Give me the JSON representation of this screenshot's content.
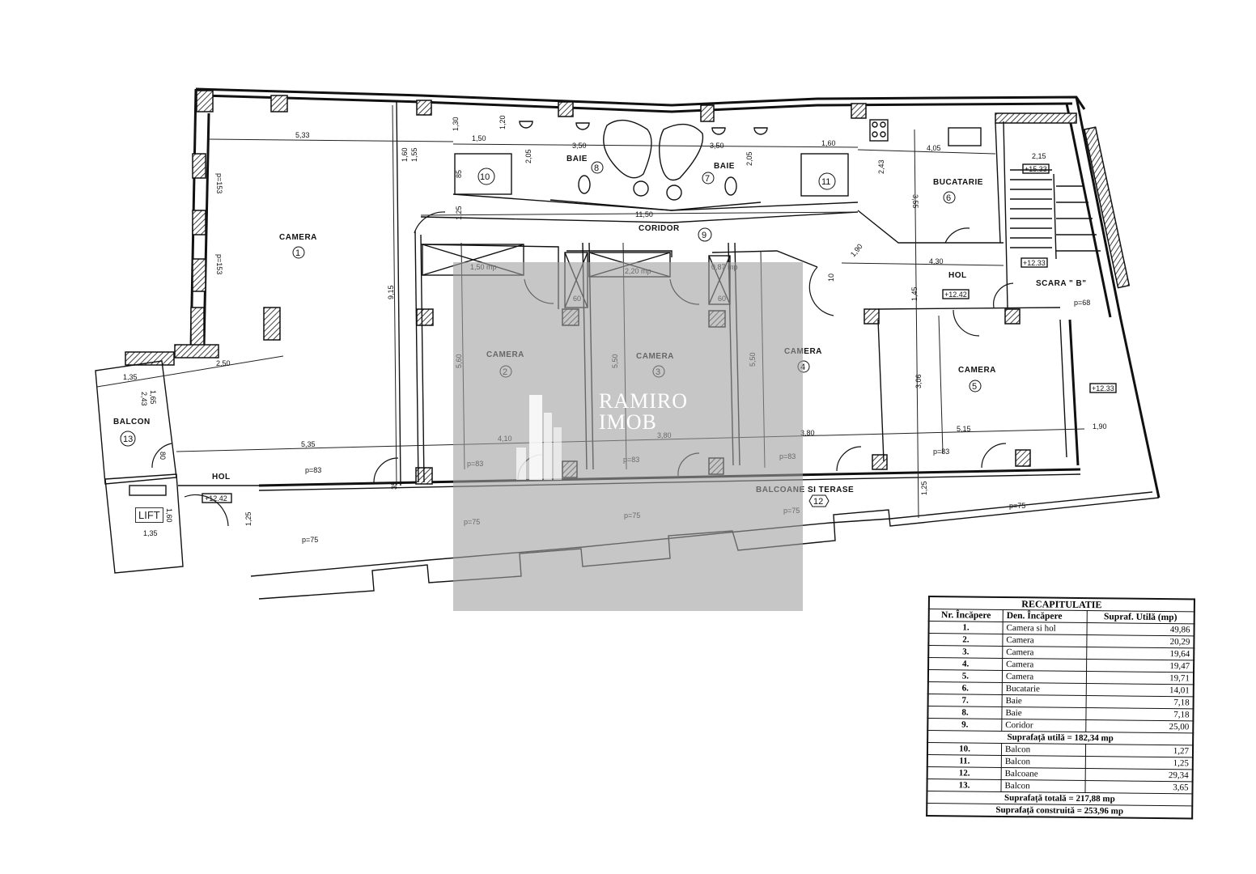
{
  "plan": {
    "rooms": [
      {
        "id": "1",
        "label": "CAMERA",
        "number": "1"
      },
      {
        "id": "2",
        "label": "CAMERA",
        "number": "2"
      },
      {
        "id": "3",
        "label": "CAMERA",
        "number": "3"
      },
      {
        "id": "4",
        "label": "CAMERA",
        "number": "4"
      },
      {
        "id": "5",
        "label": "CAMERA",
        "number": "5"
      },
      {
        "id": "6",
        "label": "BUCATARIE",
        "number": "6"
      },
      {
        "id": "7",
        "label": "BAIE",
        "number": "7"
      },
      {
        "id": "8",
        "label": "BAIE",
        "number": "8"
      },
      {
        "id": "9",
        "label": "CORIDOR",
        "number": "9"
      },
      {
        "id": "10",
        "label": "",
        "number": "10"
      },
      {
        "id": "11",
        "label": "",
        "number": "11"
      },
      {
        "id": "12",
        "label": "BALCOANE SI TERASE",
        "number": "12"
      },
      {
        "id": "13",
        "label": "BALCON",
        "number": "13"
      }
    ],
    "other_labels": {
      "hol_right": "HOL",
      "hol_left": "HOL",
      "scara": "SCARA \" B\"",
      "lift": "LIFT"
    },
    "levels": {
      "hol": "+12.42",
      "lift_hol": "+12.42",
      "scara_top": "+15.33",
      "scara_landing": "+12.33",
      "terrace": "+12.33"
    },
    "dimensions": {
      "room1_width_top": "5,33",
      "room1_width_bottom": "5,35",
      "room1_height": "9,15",
      "room1_niche": "2,50",
      "p153_a": "p=153",
      "p153_b": "p=153",
      "d160": "1,60",
      "d155": "1,55",
      "d130": "1,30",
      "d150": "1,50",
      "d120": "1,20",
      "d85": "85",
      "d125": "1,25",
      "baie8_width": "3,50",
      "baie7_width": "3,50",
      "baie_h8": "2,05",
      "baie_h7": "2,05",
      "coridor_length": "11,50",
      "d160b": "1,60",
      "bucatarie_width": "4,05",
      "bucatarie_height": "3,55",
      "scara_width": "2,15",
      "d243": "2,43",
      "d190": "1,90",
      "hol_width": "4,30",
      "hol_height": "1,45",
      "cam2_height": "5,60",
      "cam3_height": "5,50",
      "cam4_height": "5,50",
      "cam2_width": "4,10",
      "cam3_width": "3,80",
      "cam4_width": "3,80",
      "cam5_width": "5,15",
      "cam5_height": "3,06",
      "terrace_width": "1,90",
      "closet2": "1,50 mp",
      "closet3": "2,20 mp",
      "closet4": "0,87 mp",
      "closet_depth": "60",
      "balcon_width": "1,35",
      "balcon_h1": "1,65",
      "balcon_h2": "2,43",
      "d80": "80",
      "lift_width": "1,35",
      "lift_height": "1,60",
      "d125b": "1,25",
      "d125c": "1,25",
      "d35": "35",
      "p83": "p=83",
      "p75": "p=75",
      "p68": "p=68",
      "d10": "10"
    }
  },
  "watermark": {
    "line1": "RAMIRO",
    "line2": "IMOB"
  },
  "recap": {
    "title": "RECAPITULATIE",
    "headers": [
      "Nr. Încăpere",
      "Den. Încăpere",
      "Supraf. Utilă (mp)"
    ],
    "rows": [
      {
        "nr": "1.",
        "name": "Camera si hol",
        "area": "49,86"
      },
      {
        "nr": "2.",
        "name": "Camera",
        "area": "20,29"
      },
      {
        "nr": "3.",
        "name": "Camera",
        "area": "19,64"
      },
      {
        "nr": "4.",
        "name": "Camera",
        "area": "19,47"
      },
      {
        "nr": "5.",
        "name": "Camera",
        "area": "19,71"
      },
      {
        "nr": "6.",
        "name": "Bucatarie",
        "area": "14,01"
      },
      {
        "nr": "7.",
        "name": "Baie",
        "area": "7,18"
      },
      {
        "nr": "8.",
        "name": "Baie",
        "area": "7,18"
      },
      {
        "nr": "9.",
        "name": "Coridor",
        "area": "25,00"
      }
    ],
    "subtotal_util": "Suprafață utilă = 182,34 mp",
    "balcony_rows": [
      {
        "nr": "10.",
        "name": "Balcon",
        "area": "1,27"
      },
      {
        "nr": "11.",
        "name": "Balcon",
        "area": "1,25"
      },
      {
        "nr": "12.",
        "name": "Balcoane",
        "area": "29,34"
      },
      {
        "nr": "13.",
        "name": "Balcon",
        "area": "3,65"
      }
    ],
    "total": "Suprafață totală = 217,88 mp",
    "built": "Suprafață construită = 253,96 mp"
  }
}
